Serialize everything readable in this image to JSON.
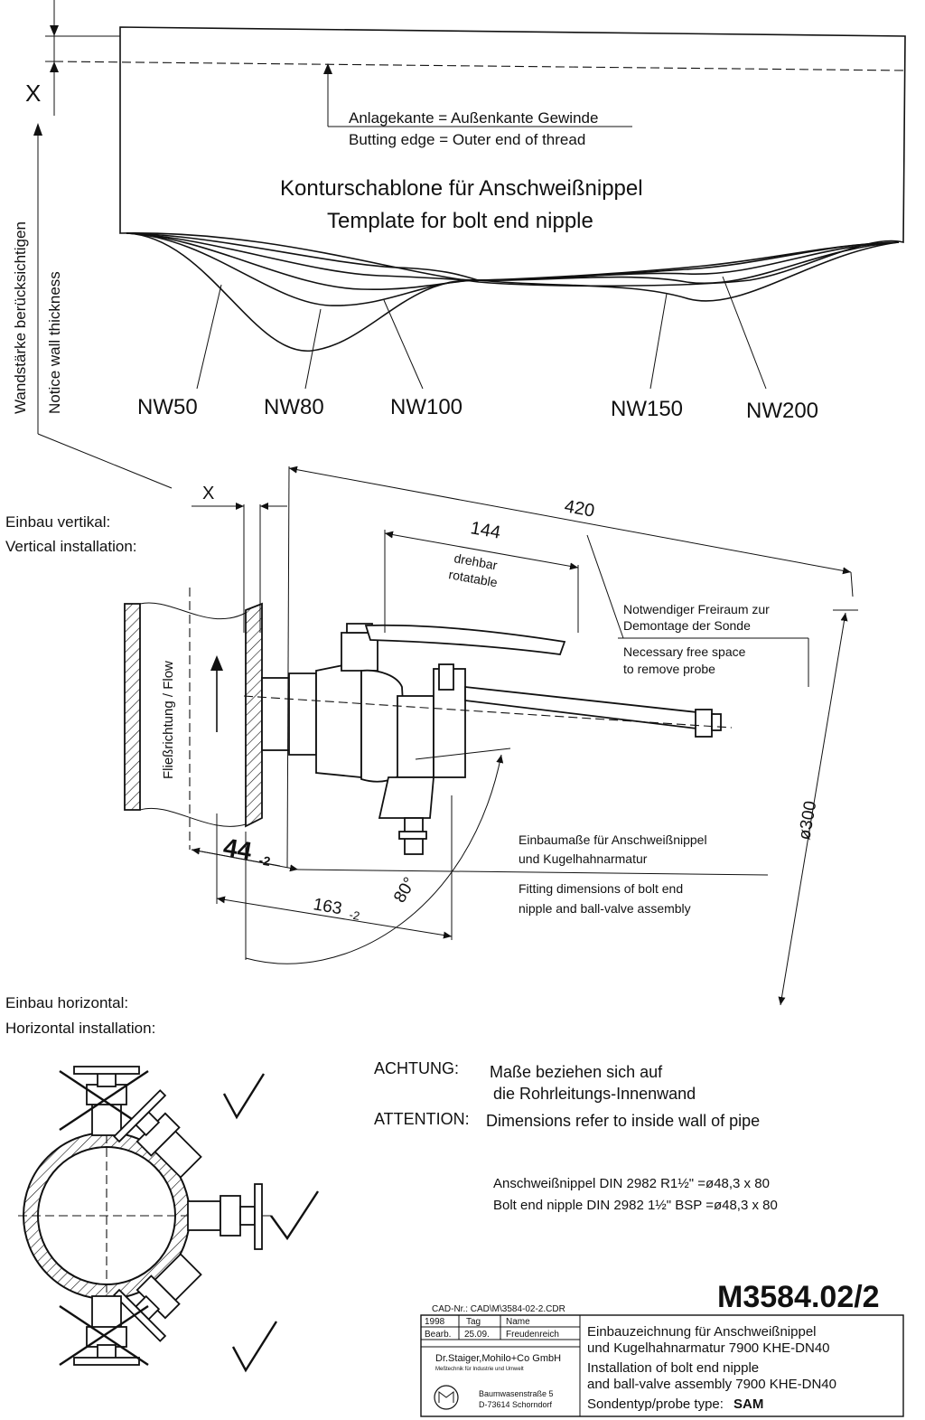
{
  "template": {
    "butting_de": "Anlagekante = Außenkante Gewinde",
    "butting_en": "Butting edge = Outer end of thread",
    "title_de": "Konturschablone für Anschweißnippel",
    "title_en": "Template for bolt end nipple",
    "x_label": "X",
    "side_de": "Wandstärke berücksichtigen",
    "side_en": "Notice wall thickness",
    "nominal_widths": [
      "NW50",
      "NW80",
      "NW100",
      "NW150",
      "NW200"
    ]
  },
  "vertical": {
    "heading_de": "Einbau vertikal:",
    "heading_en": "Vertical installation:",
    "x_label": "X",
    "dim_420": "420",
    "dim_144": "144",
    "rotatable_de": "drehbar",
    "rotatable_en": "rotatable",
    "free_space_de_1": "Notwendiger Freiraum zur",
    "free_space_de_2": "Demontage der Sonde",
    "free_space_en_1": "Necessary free space",
    "free_space_en_2": "to remove probe",
    "flow": "Fließrichtung / Flow",
    "dim_44": "44",
    "dim_44_tol": "-2",
    "dim_163": "163",
    "dim_163_tol": "-2",
    "angle": "80°",
    "diameter": "ø300",
    "fitting_de_1": "Einbaumaße für Anschweißnippel",
    "fitting_de_2": "und Kugelhahnarmatur",
    "fitting_en_1": "Fitting dimensions of bolt end",
    "fitting_en_2": "nipple and ball-valve assembly"
  },
  "horizontal": {
    "heading_de": "Einbau horizontal:",
    "heading_en": "Horizontal installation:"
  },
  "notes": {
    "attention_de_label": "ACHTUNG:",
    "attention_de_1": "Maße beziehen sich auf",
    "attention_de_2": "die Rohrleitungs-Innenwand",
    "attention_en_label": "ATTENTION:",
    "attention_en": "Dimensions refer to inside wall of pipe",
    "nipple_de": "Anschweißnippel DIN 2982 R1½\" =ø48,3 x 80",
    "nipple_en": "Bolt end nipple DIN 2982 1½\"  BSP =ø48,3 x 80"
  },
  "title_block": {
    "drawing_no": "M3584.02/2",
    "cad_no": "CAD-Nr.: CAD\\M\\3584-02-2.CDR",
    "year": "1998",
    "col_day": "Tag",
    "col_name": "Name",
    "row_label": "Bearb.",
    "date": "25.09.",
    "name": "Freudenreich",
    "company": "Dr.Staiger,Mohilo+Co GmbH",
    "company_sub": "Meßtechnik für Industrie und Umwelt",
    "street": "Baumwasenstraße 5",
    "city": "D-73614 Schorndorf",
    "desc_de_1": "Einbauzeichnung für Anschweißnippel",
    "desc_de_2": "und Kugelhahnarmatur 7900 KHE-DN40",
    "desc_en_1": "Installation of bolt end nipple",
    "desc_en_2": "and ball-valve assembly 7900 KHE-DN40",
    "probe_label": "Sondentyp/probe type:",
    "probe_value": "SAM"
  }
}
